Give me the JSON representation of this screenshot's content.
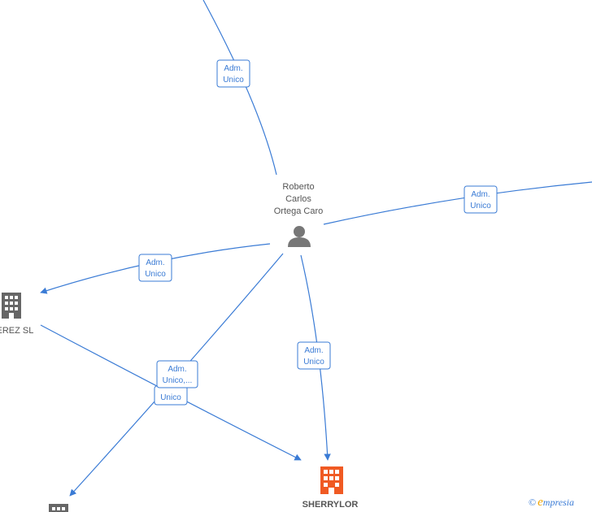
{
  "nodes": {
    "person": {
      "name_lines": [
        "Roberto",
        "Carlos",
        "Ortega Caro"
      ],
      "icon": "person-icon",
      "color": "#777777"
    },
    "jerez": {
      "name": "JEREZ SL",
      "visible_name": "JEREZ  SL",
      "icon": "building-icon",
      "color": "#666666"
    },
    "sherrylor": {
      "name": "SHERRYLOR",
      "icon": "building-icon",
      "color": "#f05a23"
    },
    "bottom_left": {
      "icon": "building-icon",
      "color": "#666666"
    }
  },
  "edges": [
    {
      "id": "top",
      "label": [
        "Adm.",
        "Unico"
      ]
    },
    {
      "id": "right",
      "label": [
        "Adm.",
        "Unico"
      ]
    },
    {
      "id": "jerez",
      "label": [
        "Adm.",
        "Unico"
      ]
    },
    {
      "id": "sherrylor",
      "label": [
        "Adm.",
        "Unico"
      ]
    },
    {
      "id": "bottom-left",
      "label": [
        "Adm.",
        "Unico,..."
      ]
    },
    {
      "id": "jerez-sherrylor",
      "label": [
        "Unico"
      ]
    }
  ],
  "brand": {
    "copyright": "©",
    "first_letter": "e",
    "rest": "mpresia"
  },
  "colors": {
    "edge": "#3a7bd5",
    "accent": "#f05a23"
  }
}
